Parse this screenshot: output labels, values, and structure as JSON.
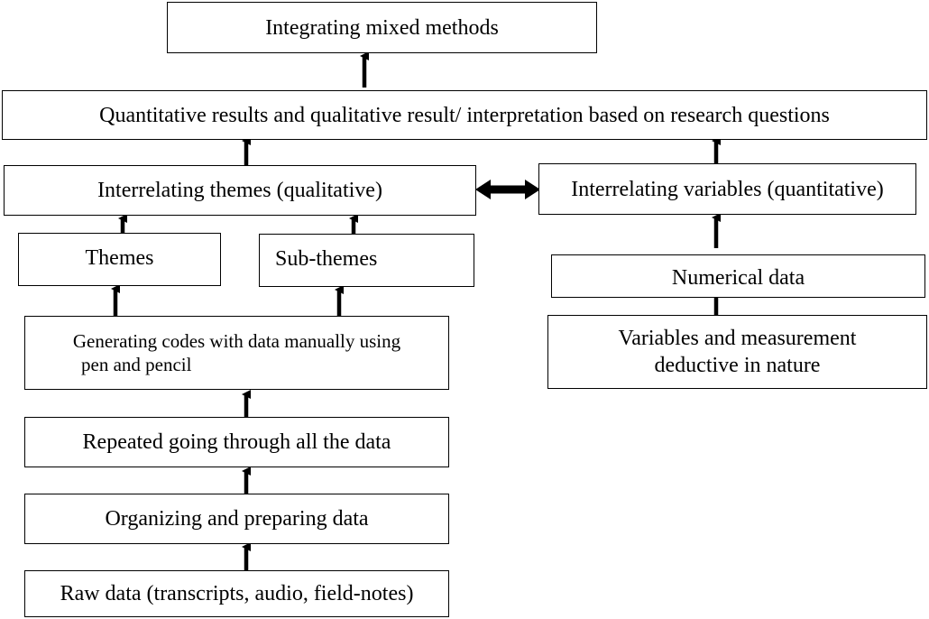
{
  "diagram": {
    "boxes": {
      "integrating": "Integrating mixed methods",
      "results": "Quantitative results and qualitative result/ interpretation based on research questions",
      "themes_interrelating": "Interrelating themes (qualitative)",
      "variables_interrelating": "Interrelating variables (quantitative)",
      "themes": "Themes",
      "subthemes": "Sub-themes",
      "numerical": "Numerical data",
      "generating_codes_line1": "Generating codes with data manually using",
      "generating_codes_line2": "pen and pencil",
      "variables_measurement_line1": "Variables and measurement",
      "variables_measurement_line2": "deductive in nature",
      "repeated": "Repeated going through all the data",
      "organizing": "Organizing and preparing data",
      "raw": "Raw data (transcripts, audio, field-notes)"
    },
    "colors": {
      "stroke": "#000000",
      "fill": "#ffffff"
    }
  }
}
